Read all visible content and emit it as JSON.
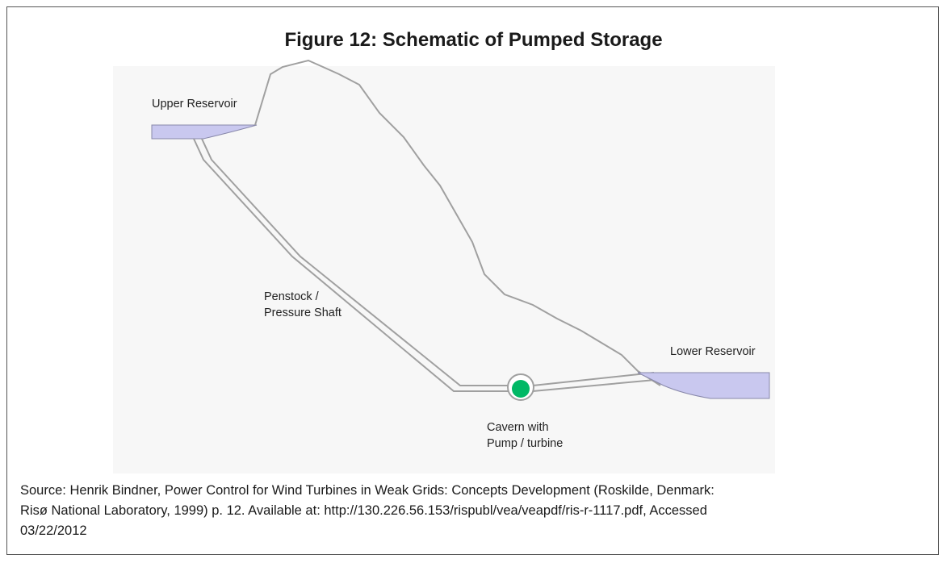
{
  "figure": {
    "title": "Figure 12: Schematic of Pumped Storage"
  },
  "labels": {
    "upper_reservoir": "Upper Reservoir",
    "penstock_line1": "Penstock /",
    "penstock_line2": "Pressure Shaft",
    "lower_reservoir": "Lower Reservoir",
    "cavern_line1": "Cavern with",
    "cavern_line2": "Pump / turbine"
  },
  "source": {
    "line1": "Source: Henrik Bindner, Power Control for Wind Turbines in Weak Grids: Concepts Development (Roskilde, Denmark:",
    "line2": "Risø National Laboratory, 1999) p. 12. Available at: http://130.226.56.153/rispubl/vea/veapdf/ris-r-1117.pdf, Accessed",
    "line3": "03/22/2012"
  },
  "colors": {
    "water": "#c9c8ef",
    "outline": "#9a9a9a",
    "turbine": "#00b865",
    "background_panel": "#f7f7f7"
  }
}
